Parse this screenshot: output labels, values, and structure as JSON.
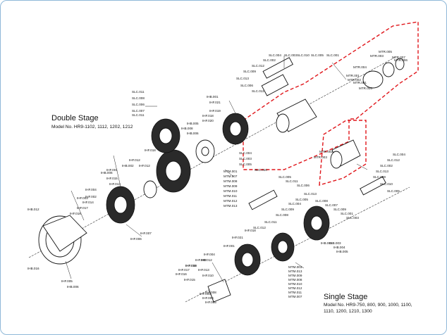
{
  "double_stage": {
    "title": "Double Stage",
    "model": "Model No. HR9-1102, 1112, 1202, 1212"
  },
  "single_stage": {
    "title": "Single Stage",
    "model_line1": "Model No. HR9-750, 800, 900, 1000, 1100,",
    "model_line2": "1110, 1200, 1210, 1300"
  },
  "colors": {
    "frame_border": "#8fb8d8",
    "highlight": "#e0161b",
    "ink": "#111111"
  },
  "labels": [
    "SLC.011",
    "SLC.008",
    "SLC.006",
    "SLC.007",
    "SLC.011",
    "SLC.009",
    "SLC.012",
    "SLC.002",
    "SLC.004",
    "SLC.003",
    "SLC.010",
    "SLC.005",
    "SLC.001",
    "SLC.013",
    "SLC.006",
    "SLC.011",
    "MTR.005",
    "MTR.007",
    "MTR.006",
    "MTR.003",
    "MTR.004",
    "MTR.001",
    "MTR.002",
    "MTR.001",
    "MTR.006",
    "IHB.001",
    "IHF.021",
    "IHF.019",
    "IHF.018",
    "IHF.020",
    "IHB.005",
    "IHB.008",
    "IHB.006",
    "IHF.018",
    "IHF.012",
    "IHB.002",
    "IHF.001",
    "IHF.015",
    "IHF.013",
    "IHF.003",
    "SLC.004",
    "SLC.003",
    "SLC.005",
    "MTR.002",
    "MTR.003",
    "SLC.004",
    "SLC.012",
    "SLC.002",
    "SLC.013",
    "SLC.009",
    "SLC.010",
    "SLC.005",
    "MTM.001",
    "MTM.007",
    "MTM.008",
    "MTM.009",
    "MTM.010",
    "MTM.011",
    "MTM.012",
    "MTM.013",
    "SLC.010",
    "SLC.005",
    "SLC.011",
    "SLC.006",
    "SLC.008",
    "SLC.007",
    "SLC.009",
    "SLC.001",
    "SLC.003",
    "IHF.012",
    "IHB.006",
    "IHF.004",
    "IHF.002",
    "IHF.014",
    "IHF.017",
    "IHF.016",
    "IHB.012",
    "IHF.007",
    "IHF.006",
    "IHB.016",
    "IHF.005",
    "IHB.006",
    "SLC.012",
    "SLC.011",
    "SLC.008",
    "SLC.009",
    "SLC.004",
    "SLC.005",
    "SLC.013",
    "IHF.021",
    "IHF.018",
    "IHF.001",
    "IHF.012",
    "IHF.009",
    "IHF.013",
    "IHF.010",
    "IHB.003",
    "IHB.004",
    "IHB.005",
    "IHB.001",
    "IHF.004",
    "IHF.002",
    "IHF.014",
    "IHF.017",
    "IHF.016",
    "IHF.015",
    "IHF.008",
    "IHF.003",
    "IHF.006",
    "IHF.005",
    "MTM.003",
    "MTM.013",
    "MTM.009",
    "MTM.008",
    "MTM.010",
    "MTM.012",
    "MTM.011",
    "MTM.007"
  ]
}
